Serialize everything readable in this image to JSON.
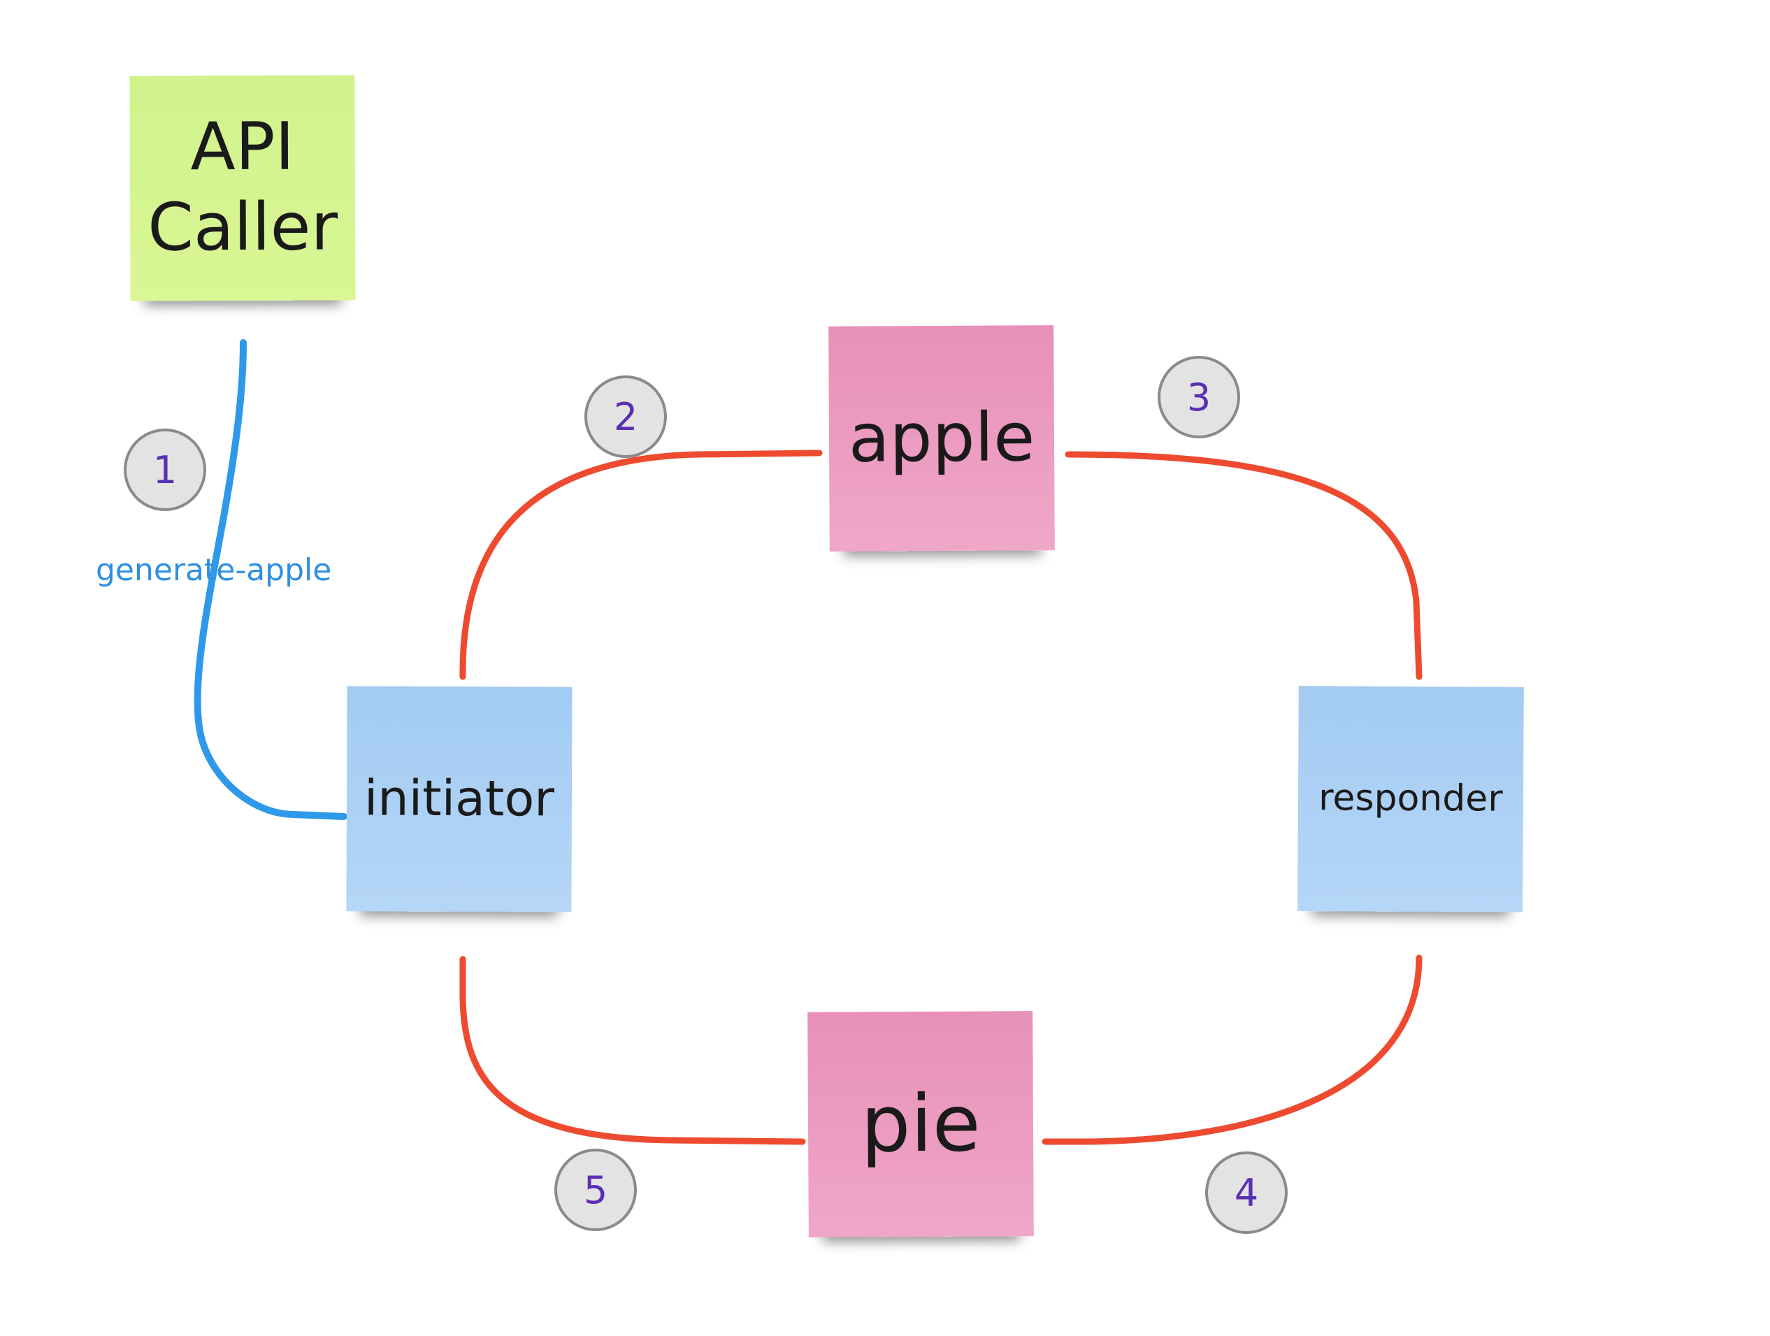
{
  "notes": {
    "api_caller": "API Caller",
    "apple": "apple",
    "initiator": "initiator",
    "responder": "responder",
    "pie": "pie"
  },
  "steps": [
    "1",
    "2",
    "3",
    "4",
    "5"
  ],
  "edge_label": "generate-apple",
  "colors": {
    "green_note": "#d6f590",
    "pink_note": "#ec9dc2",
    "blue_note": "#aed1f5",
    "blue_arrow": "#2f99e9",
    "red_arrow": "#ee4a2f",
    "step_number": "#5a2fb3",
    "step_circle": "#e3e3e3"
  }
}
